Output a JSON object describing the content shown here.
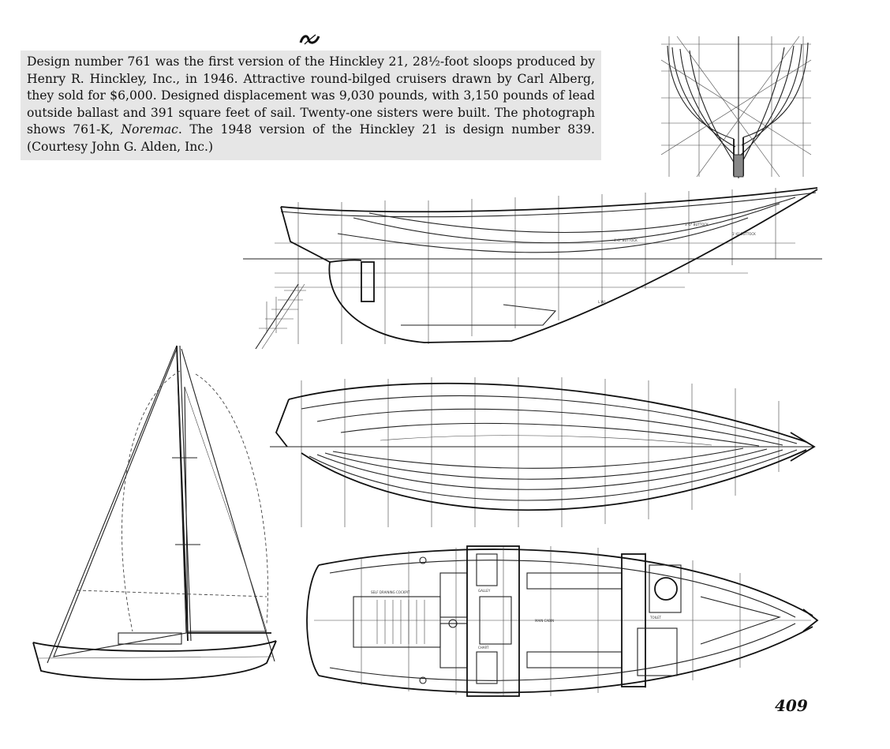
{
  "caption": {
    "part1": "Design number 761 was the first version of the Hinckley 21, 28½-foot sloops produced by Henry R. Hinckley, Inc., in 1946. Attractive round-bilged cruisers drawn by Carl Alberg, they sold for $6,000. Designed displacement was 9,030 pounds, with 3,150 pounds of lead outside ballast and 391 square feet of sail. Twenty-one sisters were built. The photograph shows 761-K,",
    "boat_name": "Noremac",
    "part2": ". The 1948 version of the Hinckley 21 is design number 839. (Courtesy John G. Alden, Inc.)"
  },
  "page_number": "409",
  "drawing_labels": {
    "cabin": "MAIN CABIN",
    "cockpit": "SELF DRAINING COCKPIT",
    "waterline": "L.W.L.",
    "toilet": "TOILET",
    "galley": "GALLEY",
    "chart": "CHART",
    "buttock1": "1'-6\" BUTTOCK",
    "buttock2": "3'-0\" BUTTOCK",
    "buttock3": "4'-6\" BUTTOCK"
  }
}
